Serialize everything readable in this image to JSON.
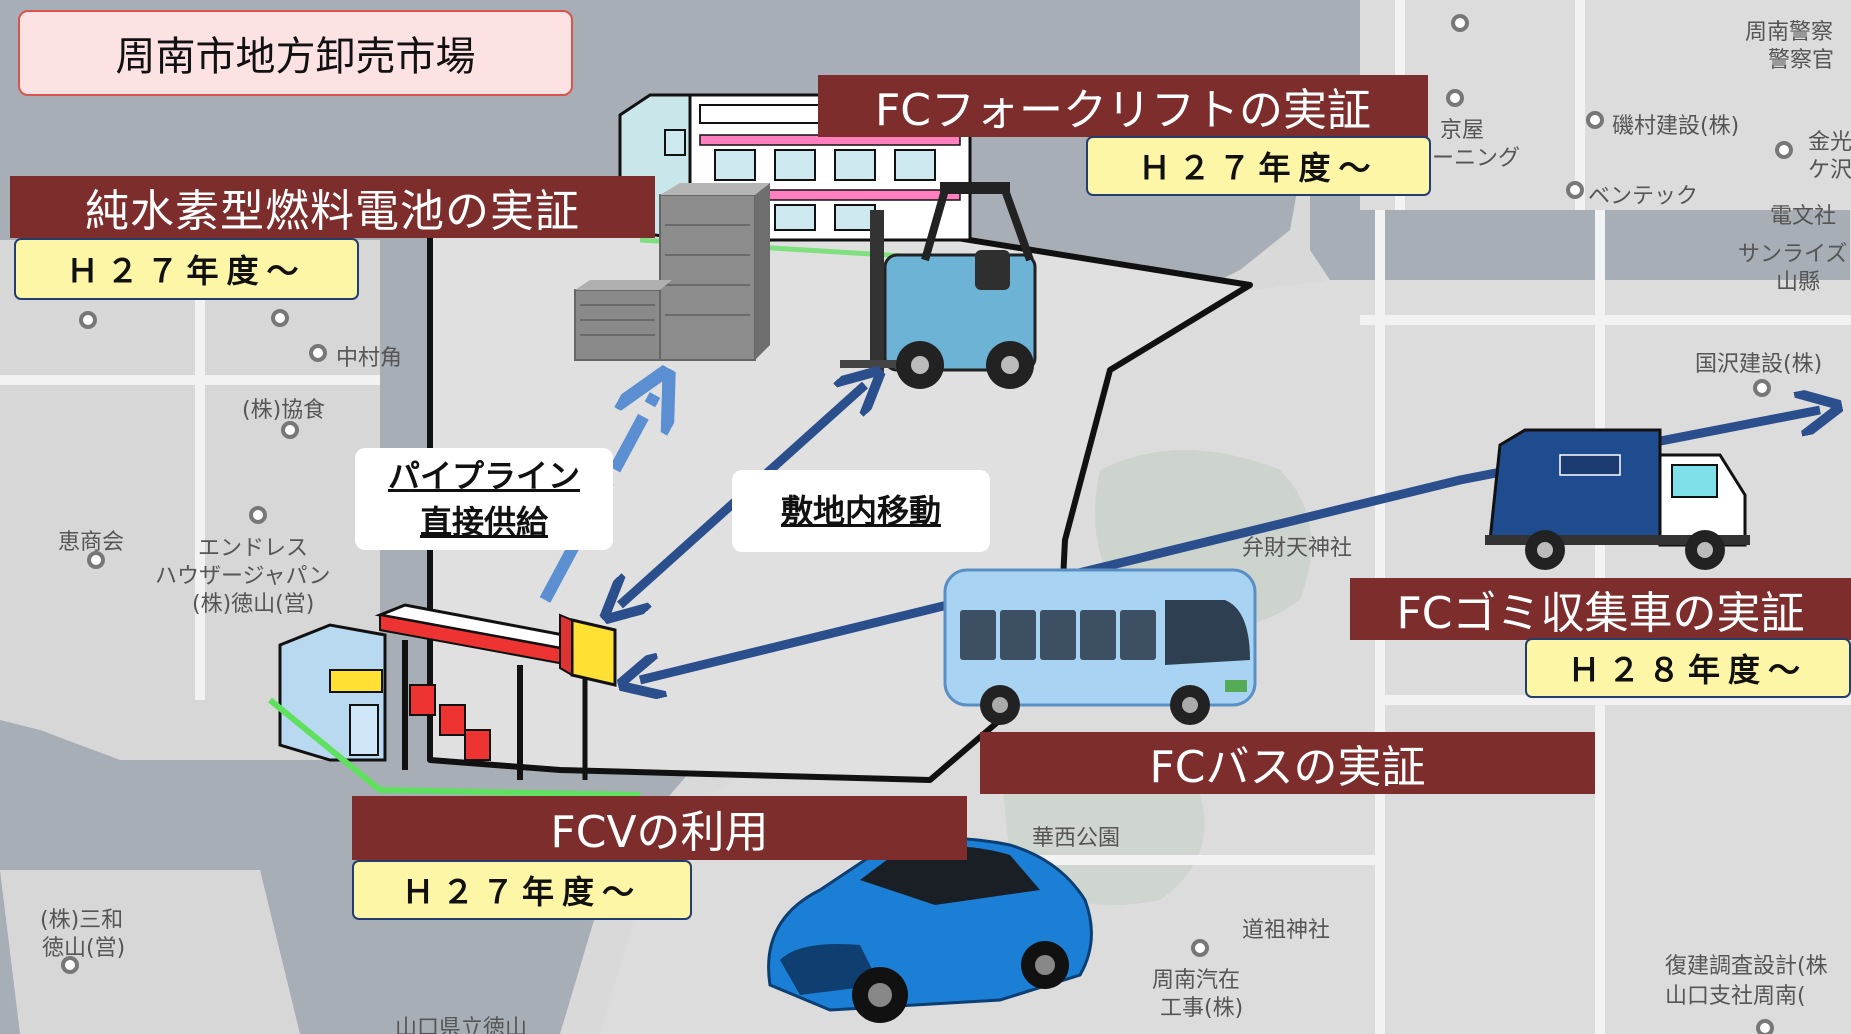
{
  "title": "周南市地方卸売市場",
  "banners": {
    "fuel_cell": "純水素型燃料電池の実証",
    "forklift": "FCフォークリフトの実証",
    "garbage_truck": "FCゴミ収集車の実証",
    "bus": "FCバスの実証",
    "fcv": "FCVの利用"
  },
  "years": {
    "fuel_cell": "Ｈ２７年度～",
    "forklift": "Ｈ２７年度～",
    "garbage_truck": "Ｈ２８年度～",
    "fcv": "Ｈ２７年度～"
  },
  "callouts": {
    "pipeline_line1": "パイプライン",
    "pipeline_line2": "直接供給",
    "onsite_move": "敷地内移動"
  },
  "map_labels": {
    "nakamura": "中村角",
    "kyoshoku": "(株)協食",
    "keishokai": "恵商会",
    "endless_1": "エンドレス",
    "endless_2": "ハウザージャパン",
    "endless_3": "(株)徳山(営)",
    "mitsuwa_1": "(株)三和",
    "mitsuwa_2": "徳山(営)",
    "isomura": "磯村建設(株)",
    "bentech": "ベンテック",
    "kyoya_1": "京屋",
    "kyoya_2": "ーニング",
    "kunisawa": "国沢建設(株)",
    "benten": "弁財天神社",
    "kasei_park": "華西公園",
    "dojo_shrine": "道祖神社",
    "shunan_kisen_1": "周南汽在",
    "shunan_kisen_2": "工事(株)",
    "fukken_1": "復建調査設計(株",
    "fukken_2": "山口支社周南(",
    "yamaguchi": "山口県立徳山",
    "police_1": "周南警察",
    "police_2": "警察官",
    "sunrise_1": "サンライズ",
    "sunrise_2": "山縣",
    "denbun": "電文社",
    "kin_1": "金光",
    "kin_2": "ケ沢"
  },
  "colors": {
    "banner_bg": "#7e2d2d",
    "year_bg": "#fdf6a6",
    "year_border": "#233e6e",
    "arrow_dark": "#2a4f8c",
    "arrow_light": "#5b8fd1",
    "title_bg": "#fde2e4",
    "title_border": "#d9534f",
    "water": "#a6acb3",
    "land": "#d7d7d7",
    "site": "#dadada"
  },
  "icons": [
    "building-icon",
    "fuel-cell-unit-icon",
    "forklift-icon",
    "hydrogen-station-icon",
    "fc-bus-icon",
    "fc-garbage-truck-icon",
    "fcv-car-icon",
    "shrine-map-icon"
  ]
}
